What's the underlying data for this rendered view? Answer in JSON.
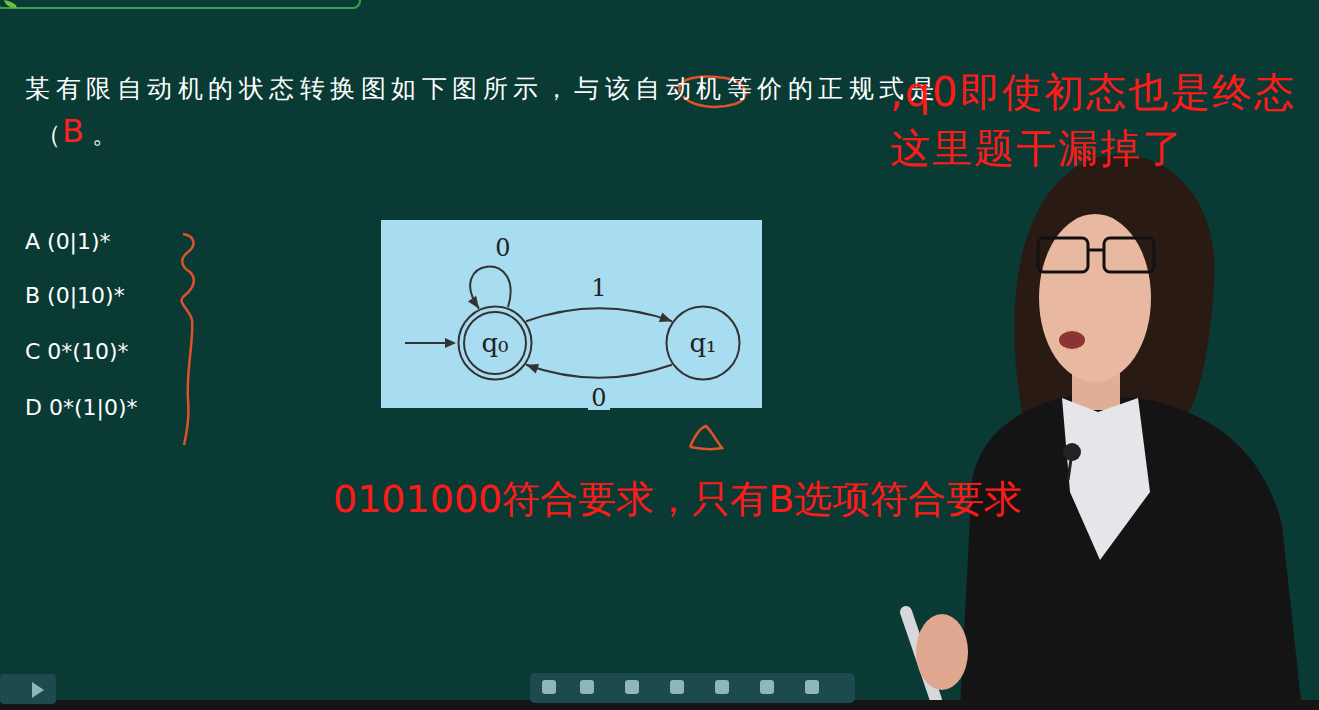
{
  "diagram": {
    "nodes": [
      {
        "text": [
          "q₀"
        ]
      },
      {
        "text": [
          "q₁"
        ]
      }
    ],
    "edges": [
      {
        "from": 0,
        "to": 0,
        "label": "0",
        "arrow": "to"
      },
      {
        "from": 0,
        "to": 1,
        "label": "1",
        "arrow": "to"
      },
      {
        "from": 1,
        "to": 0,
        "label": "0",
        "arrow": "to"
      }
    ],
    "labels": [
      "某有限自动机的状态转换图如下图所示，与该自动机等价的正规式是",
      "（",
      "B",
      "。",
      "A (0|1)*",
      "B (0|10)*",
      "C 0*(10)*",
      "D 0*(1|0)*",
      ",q0即使初态也是终态 这里题干漏掉了",
      "0101000符合要求，只有B选项符合要求"
    ]
  }
}
